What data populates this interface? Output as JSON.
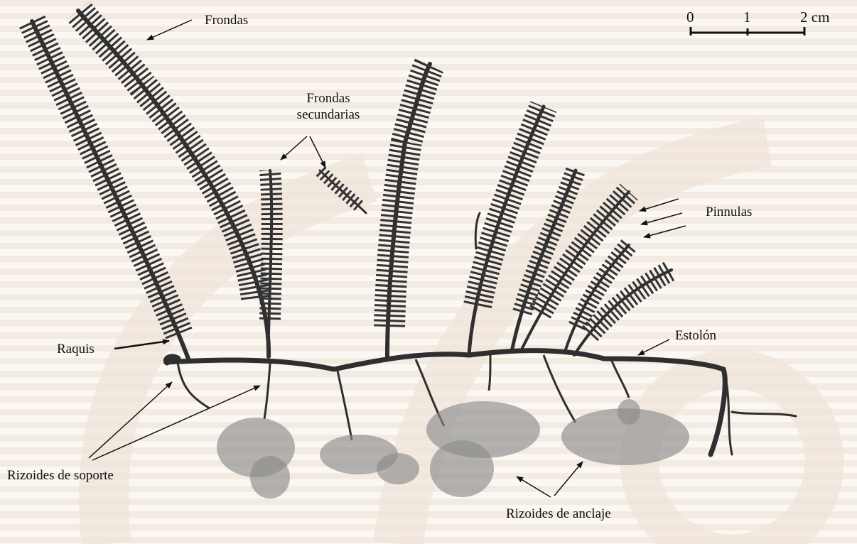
{
  "labels": {
    "frondas": "Frondas",
    "frondas_secundarias_1": "Frondas",
    "frondas_secundarias_2": "secundarias",
    "pinnulas": "Pinnulas",
    "raquis": "Raquis",
    "estolon": "Estolón",
    "rizoides_soporte": "Rizoides de soporte",
    "rizoides_anclaje": "Rizoides de anclaje"
  },
  "scale_bar": {
    "ticks": [
      "0",
      "1",
      "2 cm"
    ]
  },
  "colors": {
    "plant": "#2f2f2f",
    "rhizoid": "#8c8c8c",
    "background_stripe": "#ece0d4",
    "background_arc": "#f1e6dc"
  }
}
